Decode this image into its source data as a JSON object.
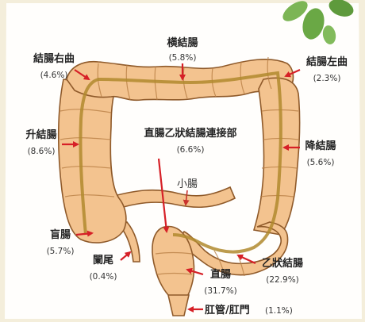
{
  "colors": {
    "background": "#f4eedb",
    "panel": "#ffffff",
    "colon_fill": "#f3c38f",
    "colon_stroke": "#8f5a2a",
    "tenia": "#b08a2e",
    "arrow": "#d62027",
    "leaf": "#6aa845"
  },
  "labels": {
    "transverse": {
      "name": "横結腸",
      "pct": "(5.8%)"
    },
    "hepatic_flexure": {
      "name": "結腸右曲",
      "pct": "(4.6%)"
    },
    "splenic_flexure": {
      "name": "結腸左曲",
      "pct": "(2.3%)"
    },
    "ascending": {
      "name": "升結腸",
      "pct": "(8.6%)"
    },
    "rectosigmoid": {
      "name": "直腸乙狀結腸連接部",
      "pct": "(6.6%)"
    },
    "descending": {
      "name": "降結腸",
      "pct": "(5.6%)"
    },
    "small_intestine": {
      "name": "小腸"
    },
    "cecum": {
      "name": "盲腸",
      "pct": "(5.7%)"
    },
    "appendix": {
      "name": "闌尾",
      "pct": "(0.4%)"
    },
    "rectum": {
      "name": "直腸",
      "pct": "(31.7%)"
    },
    "sigmoid": {
      "name": "乙狀結腸",
      "pct": "(22.9%)"
    },
    "anus": {
      "name": "肛管/肛門",
      "pct": "(1.1%)"
    }
  }
}
